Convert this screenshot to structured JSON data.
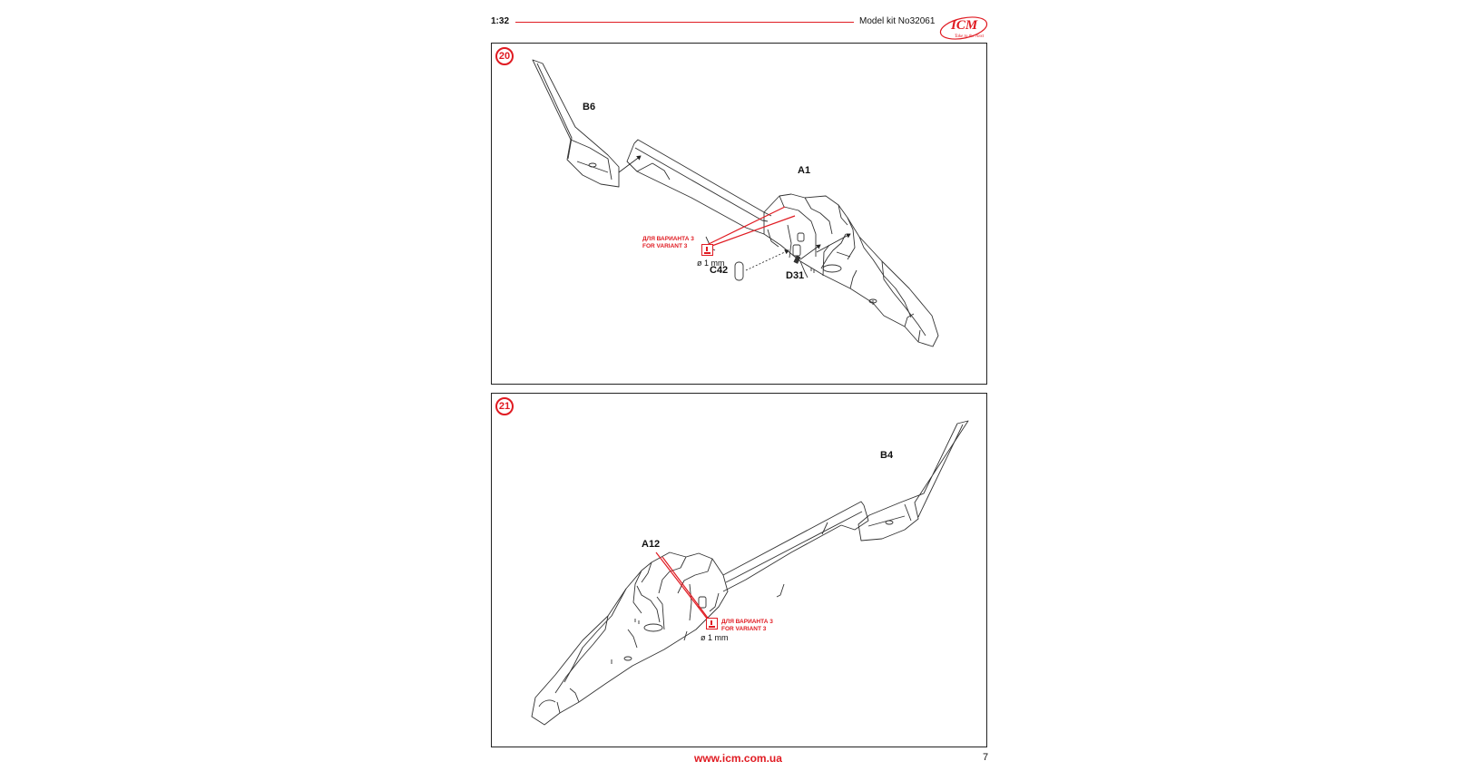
{
  "header": {
    "scale": "1:32",
    "model_kit": "Model kit No32061",
    "logo_text": "ICM",
    "logo_tagline": "Take to the Next"
  },
  "steps": [
    {
      "number": "20",
      "parts": {
        "tail_fin": "B6",
        "fuselage": "A1",
        "window": "C42",
        "part_small": "D31"
      },
      "variant_ru": "ДЛЯ ВАРИАНТА 3",
      "variant_en": "FOR VARIANT 3",
      "drill": "ø 1 mm"
    },
    {
      "number": "21",
      "parts": {
        "tail_fin": "B4",
        "fuselage": "A12"
      },
      "variant_ru": "ДЛЯ ВАРИАНТА 3",
      "variant_en": "FOR VARIANT 3",
      "drill": "ø 1 mm"
    }
  ],
  "footer": {
    "url": "www.icm.com.ua",
    "page": "7"
  },
  "colors": {
    "accent": "#e01b22",
    "line": "#333333",
    "frame": "#222222"
  },
  "icons": [
    "drill-hole-icon",
    "arrow-icon",
    "icm-logo"
  ]
}
